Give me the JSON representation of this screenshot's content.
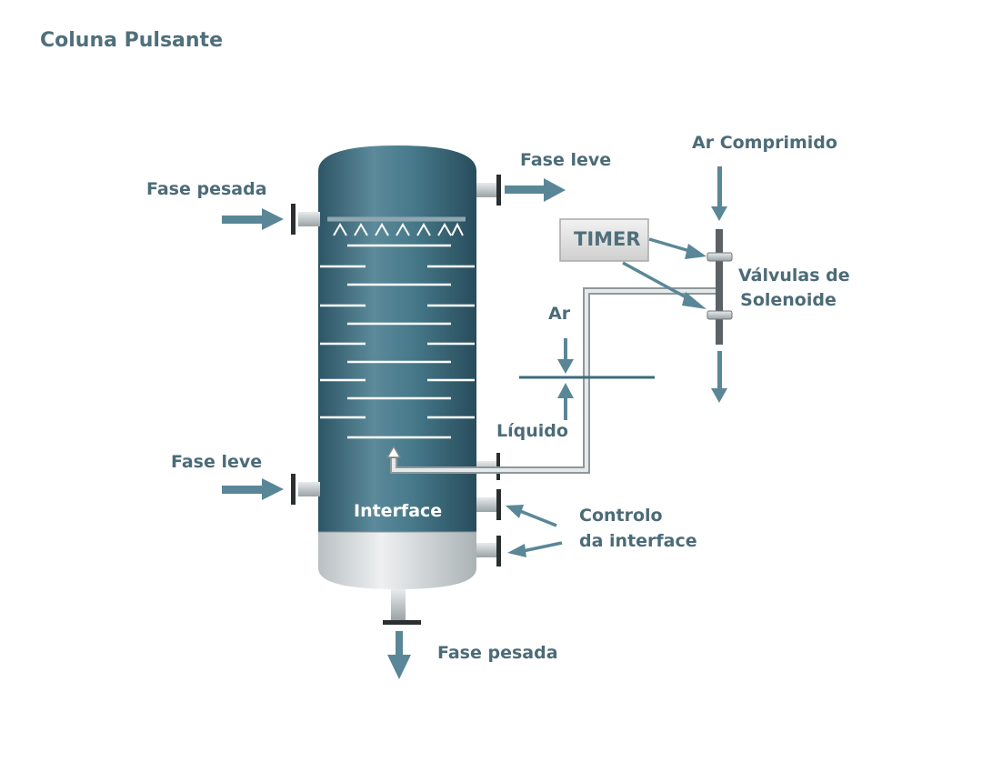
{
  "title": "Coluna Pulsante",
  "labels": {
    "heavy_in": "Fase pesada",
    "light_out": "Fase leve",
    "compressed_air": "Ar Comprimido",
    "timer": "TIMER",
    "solenoid_valves_line1": "Válvulas de",
    "solenoid_valves_line2": "Solenoide",
    "air": "Ar",
    "liquid": "Líquido",
    "light_in": "Fase leve",
    "interface": "Interface",
    "interface_control_line1": "Controlo",
    "interface_control_line2": "da interface",
    "heavy_out": "Fase pesada"
  },
  "colors": {
    "column_body": "#3d6b7c",
    "column_bottom": "#d3d8da",
    "text": "#4c6b78",
    "arrow": "#5a8797",
    "pipe": "#9aa3a6",
    "timer_box": "#dcdcdc"
  },
  "icons": [
    "arrow-right-icon",
    "arrow-down-icon",
    "arrow-up-icon"
  ]
}
